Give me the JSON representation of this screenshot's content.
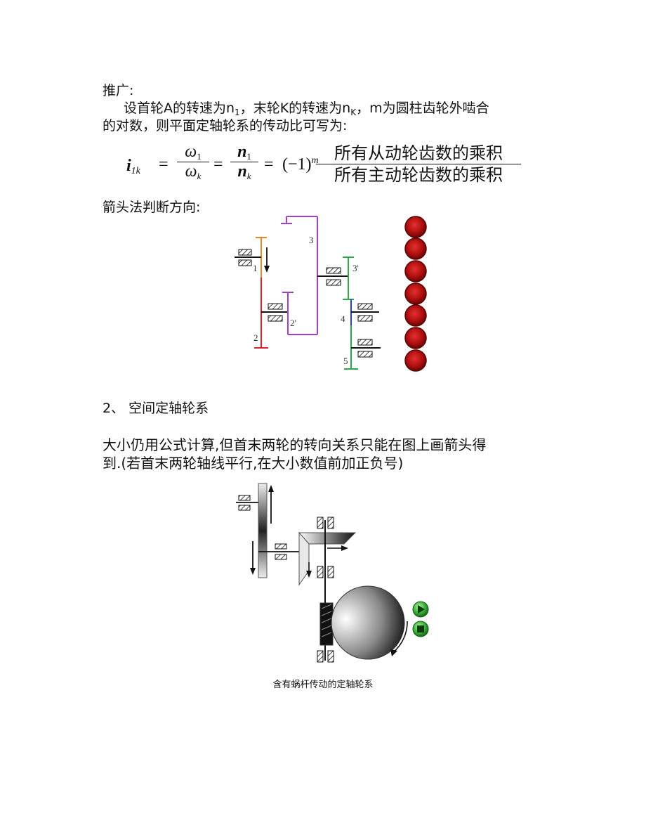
{
  "intro": {
    "heading": "推广:",
    "line1_a": "设首轮A的转速为n",
    "line1_sub1": "1",
    "line1_b": "，末轮K的转速为n",
    "line1_sub2": "K",
    "line1_c": "，m为圆柱齿轮外啮合",
    "line2": "的对数，则平面定轴轮系的传动比可写为:"
  },
  "formula": {
    "i": "i",
    "i_sub": "1k",
    "eq": "=",
    "omega_num": "ω",
    "omega_num_sub": "1",
    "omega_den": "ω",
    "omega_den_sub": "k",
    "n_num": "n",
    "n_num_sub": "1",
    "n_den": "n",
    "n_den_sub": "k",
    "sign": "(−1)",
    "exp": "m",
    "ratio_num": "所有从动轮齿数的乘积",
    "ratio_den": "所有主动轮齿数的乘积"
  },
  "arrow_method": "箭头法判断方向:",
  "gear_labels": {
    "g1": "1",
    "g2": "2",
    "g2p": "2'",
    "g3": "3",
    "g3p": "3'",
    "g4": "4",
    "g5": "5"
  },
  "section2": {
    "title": "2、 空间定轴轮系",
    "para1": "大小仍用公式计算,但首末两轮的转向关系只能在图上画箭头得",
    "para2": "到.(若首末两轮轴线平行,在大小数值前加正负号)"
  },
  "caption": "含有蜗杆传动的定轴轮系",
  "colors": {
    "gear1": "#e08a2a",
    "gear2": "#e0202c",
    "gear3": "#a040c8",
    "gear3p": "#2ea84a",
    "gear4": "#2a40c8",
    "button_red": "#b01010",
    "button_green": "#3cb83c"
  }
}
